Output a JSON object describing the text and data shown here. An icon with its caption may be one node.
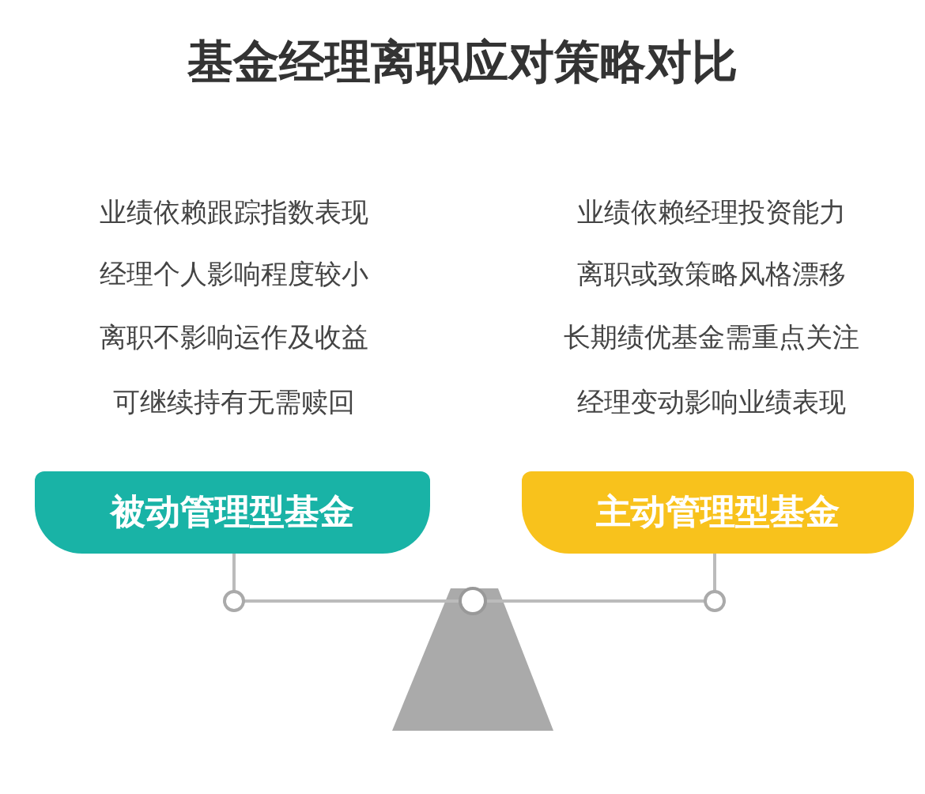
{
  "diagram": {
    "title": "基金经理离职应对策略对比",
    "nodes": [
      {
        "text": [
          "被动管理型基金"
        ]
      },
      {
        "text": [
          "主动管理型基金"
        ]
      }
    ],
    "labels": [
      "业绩依赖跟踪指数表现",
      "经理个人影响程度较小",
      "离职不影响运作及收益",
      "可继续持有无需赎回",
      "业绩依赖经理投资能力",
      "离职或致策略风格漂移",
      "长期绩优基金需重点关注",
      "经理变动影响业绩表现"
    ]
  }
}
